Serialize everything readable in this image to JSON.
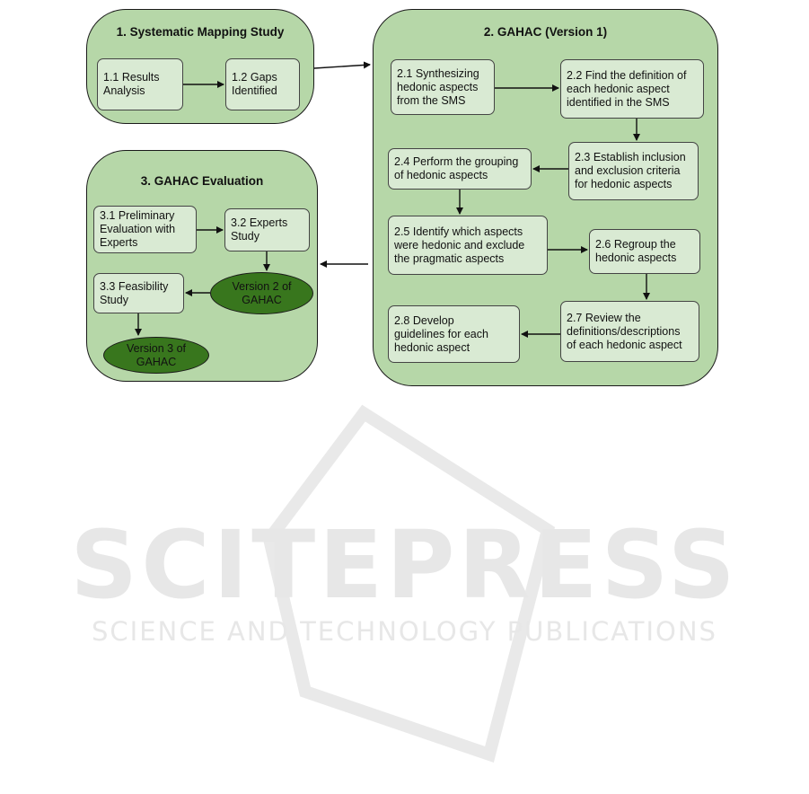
{
  "diagram": {
    "groups": {
      "g1": {
        "title": "1. Systematic Mapping Study"
      },
      "g2": {
        "title": "2. GAHAC (Version 1)"
      },
      "g3": {
        "title": "3. GAHAC Evaluation"
      }
    },
    "steps": {
      "s1_1": "1.1 Results\nAnalysis",
      "s1_2": "1.2 Gaps\nIdentified",
      "s2_1": "2.1 Synthesizing\nhedonic aspects\nfrom the SMS",
      "s2_2": "2.2 Find the definition of\neach hedonic aspect\nidentified in the SMS",
      "s2_3": "2.3 Establish inclusion\nand exclusion criteria\nfor hedonic aspects",
      "s2_4": "2.4 Perform the grouping\nof hedonic aspects",
      "s2_5": "2.5 Identify which aspects\nwere hedonic and exclude\nthe pragmatic aspects",
      "s2_6": "2.6 Regroup the\nhedonic aspects",
      "s2_7": "2.7 Review the\ndefinitions/descriptions\nof each hedonic aspect",
      "s2_8": "2.8 Develop\nguidelines for each\nhedonic aspect",
      "s3_1": "3.1 Preliminary\nEvaluation with\nExperts",
      "s3_2": "3.2 Experts\nStudy",
      "s3_3": "3.3 Feasibility\nStudy"
    },
    "versions": {
      "v2": "Version 2 of\nGAHAC",
      "v3": "Version 3 of\nGAHAC"
    },
    "colors": {
      "group_fill": "#b6d7a8",
      "box_fill": "#d9ead3",
      "version_fill": "#38761d",
      "watermark": "#e7e7e7"
    }
  },
  "watermark": {
    "main": "SCITEPRESS",
    "sub": "SCIENCE AND TECHNOLOGY PUBLICATIONS"
  }
}
